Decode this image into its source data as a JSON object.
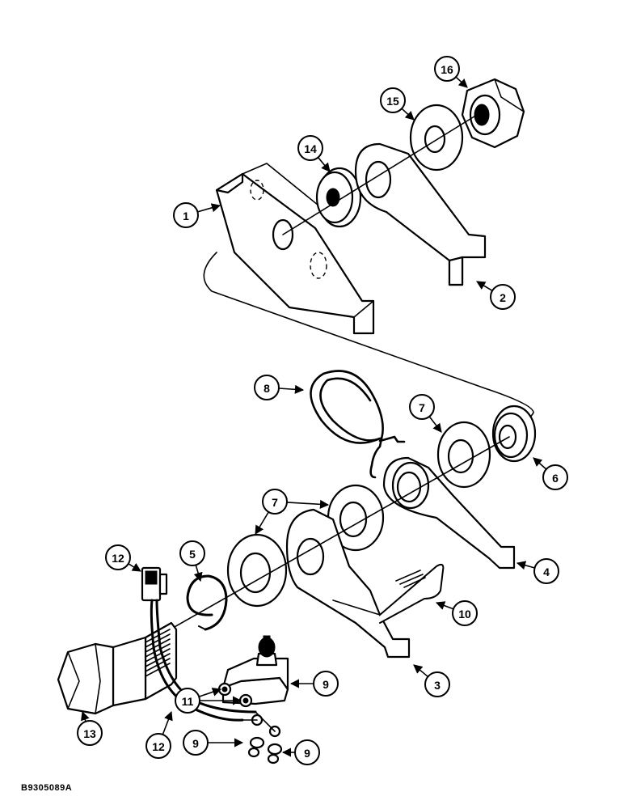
{
  "reference_code": "B9305089A",
  "callouts": [
    {
      "label": "1"
    },
    {
      "label": "2"
    },
    {
      "label": "3"
    },
    {
      "label": "4"
    },
    {
      "label": "5"
    },
    {
      "label": "6"
    },
    {
      "label": "7"
    },
    {
      "label": "7"
    },
    {
      "label": "8"
    },
    {
      "label": "9"
    },
    {
      "label": "9"
    },
    {
      "label": "9"
    },
    {
      "label": "10"
    },
    {
      "label": "11"
    },
    {
      "label": "12"
    },
    {
      "label": "12"
    },
    {
      "label": "13"
    },
    {
      "label": "14"
    },
    {
      "label": "15"
    },
    {
      "label": "16"
    }
  ]
}
